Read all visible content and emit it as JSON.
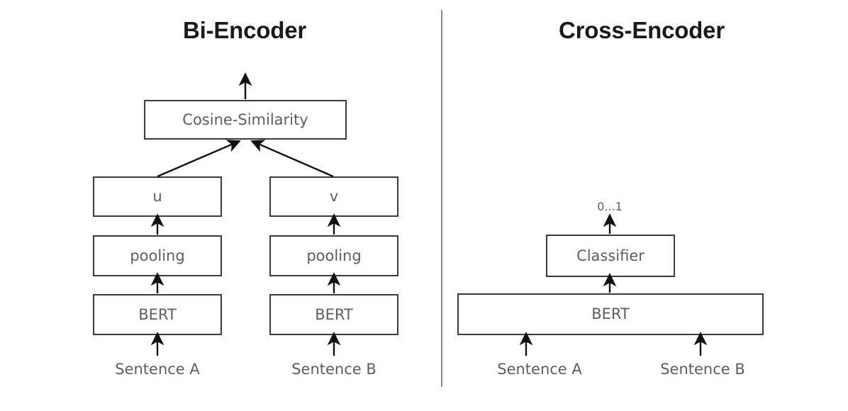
{
  "figure": {
    "background_color": "#ffffff",
    "box_border_color": "#3a3a3a",
    "text_color": "#5d5d5d",
    "title_color": "#1a1a1a",
    "divider_color": "#8a8a8a"
  },
  "panels": {
    "left": {
      "title": "Bi-Encoder",
      "nodes": {
        "cosine": "Cosine-Similarity",
        "u": "u",
        "v": "v",
        "pooling_left": "pooling",
        "pooling_right": "pooling",
        "bert_left": "BERT",
        "bert_right": "BERT"
      },
      "inputs": {
        "sentence_a": "Sentence A",
        "sentence_b": "Sentence B"
      }
    },
    "right": {
      "title": "Cross-Encoder",
      "output_label": "0...1",
      "nodes": {
        "classifier": "Classifier",
        "bert": "BERT"
      },
      "inputs": {
        "sentence_a": "Sentence A",
        "sentence_b": "Sentence B"
      }
    }
  }
}
